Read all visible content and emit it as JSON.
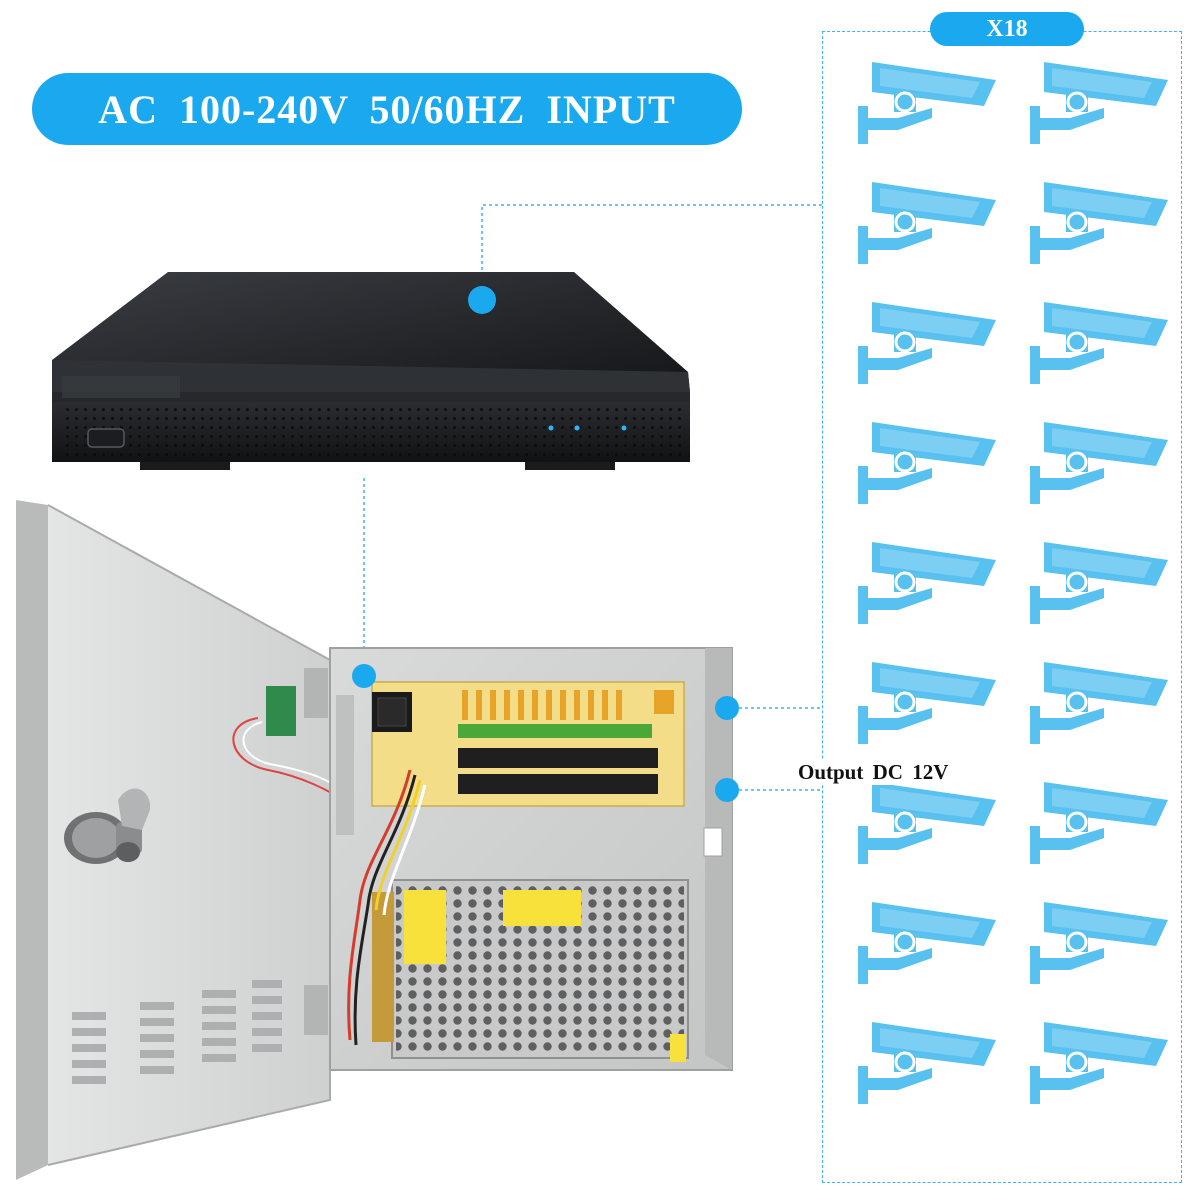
{
  "input": {
    "label": "AC  100-240V  50/60HZ  INPUT"
  },
  "cameras": {
    "count_label": "X18",
    "count": 18,
    "columns": 2
  },
  "output": {
    "label": "Output  DC  12V"
  },
  "colors": {
    "accent": "#1aa9ef",
    "camera": "#58c1f0",
    "connector_line": "#3cb3ee",
    "nvr_body": "#1f2124",
    "enclosure": "#cfd0d0",
    "terminal_board": "#f3dd88",
    "psu": "#c8c8c8"
  },
  "devices": {
    "recorder": "nvr-recorder",
    "enclosure": "power-supply-box"
  }
}
